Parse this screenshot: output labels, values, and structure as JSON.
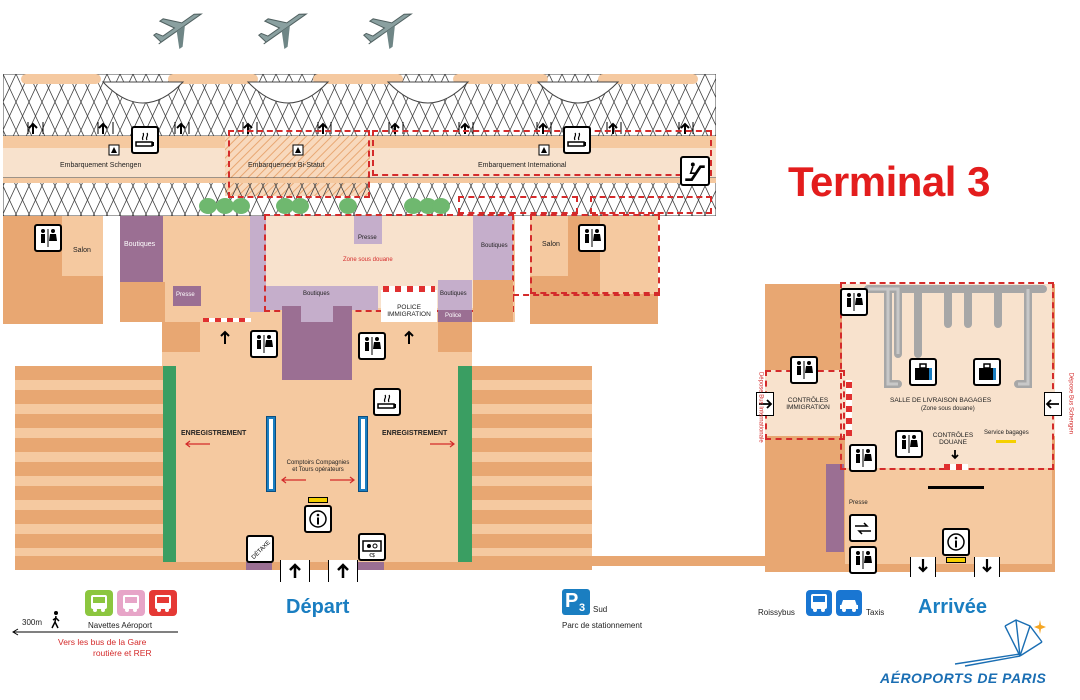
{
  "title": "Terminal 3",
  "zones": {
    "embarquement_schengen": "Embarquement  Schengen",
    "embarquement_bi_statut": "Embarquement  Bi-Statut",
    "embarquement_international": "Embarquement  International",
    "salon_left": "Salon",
    "salon_right": "Salon",
    "boutiques_left": "Boutiques",
    "boutiques_right": "Boutiques",
    "boutiques_center": "Boutiques",
    "boutiques_center_right": "Boutiques",
    "presse_left": "Presse",
    "presse_center": "Presse",
    "zone_sous_douane": "Zone sous douane",
    "police_immigration": "POLICE\nIMMIGRATION",
    "police": "Police",
    "enregistrement_left": "ENREGISTREMENT",
    "enregistrement_right": "ENREGISTREMENT",
    "comptoirs": "Comptoirs Compagnies\net Tours opérateurs",
    "detaxe": "DÉTAXE",
    "controles_immigration": "CONTRÔLES\nIMMIGRATION",
    "salle_livraison": "SALLE DE LIVRAISON BAGAGES",
    "zone_sous_douane_paren": "(Zone sous douane)",
    "controles_douane": "CONTRÔLES\nDOUANE",
    "service_bagages": "Service bagages",
    "presse_arrivee": "Presse",
    "depose_bus_internationale": "Dépose Bus Internationale",
    "depose_bus_schengen": "Dépose Bus Schengen"
  },
  "footer": {
    "distance": "300m",
    "navettes": "Navettes Aéroport",
    "vers_bus": "Vers les bus de la Gare",
    "routiere_rer": "routière et RER",
    "depart": "Départ",
    "p3_letter": "P",
    "p3_num": "3",
    "p3_sud": "Sud",
    "parc": "Parc de stationnement",
    "roissybus": "Roissybus",
    "taxis": "Taxis",
    "arrivee": "Arrivée",
    "brand": "AÉROPORTS DE PARIS"
  },
  "colors": {
    "terminal_title": "#e31d1d",
    "depart": "#1a7ec1",
    "arrivee": "#1a7ec1",
    "brand": "#1a6eb3",
    "terminal_body": "#f5c9a0",
    "dark_orange": "#d98c52",
    "purple": "#9b6f93",
    "lilac": "#c5aecb",
    "green": "#3a9e62",
    "restricted": "#d42b2b",
    "shuttle_green": "#8cc63f",
    "shuttle_pink": "#e7a5c8",
    "shuttle_red": "#e53935",
    "transport_blue": "#1976d2"
  },
  "icons": [
    "airplane-icon",
    "escalator-icon",
    "toilets-icon",
    "smoking-icon",
    "info-icon",
    "currency-exchange-icon",
    "baggage-icon",
    "bus-icon",
    "taxi-icon",
    "pedestrian-icon",
    "arrow-up-icon",
    "arrow-down-icon",
    "arrow-right-icon",
    "arrow-left-icon"
  ]
}
